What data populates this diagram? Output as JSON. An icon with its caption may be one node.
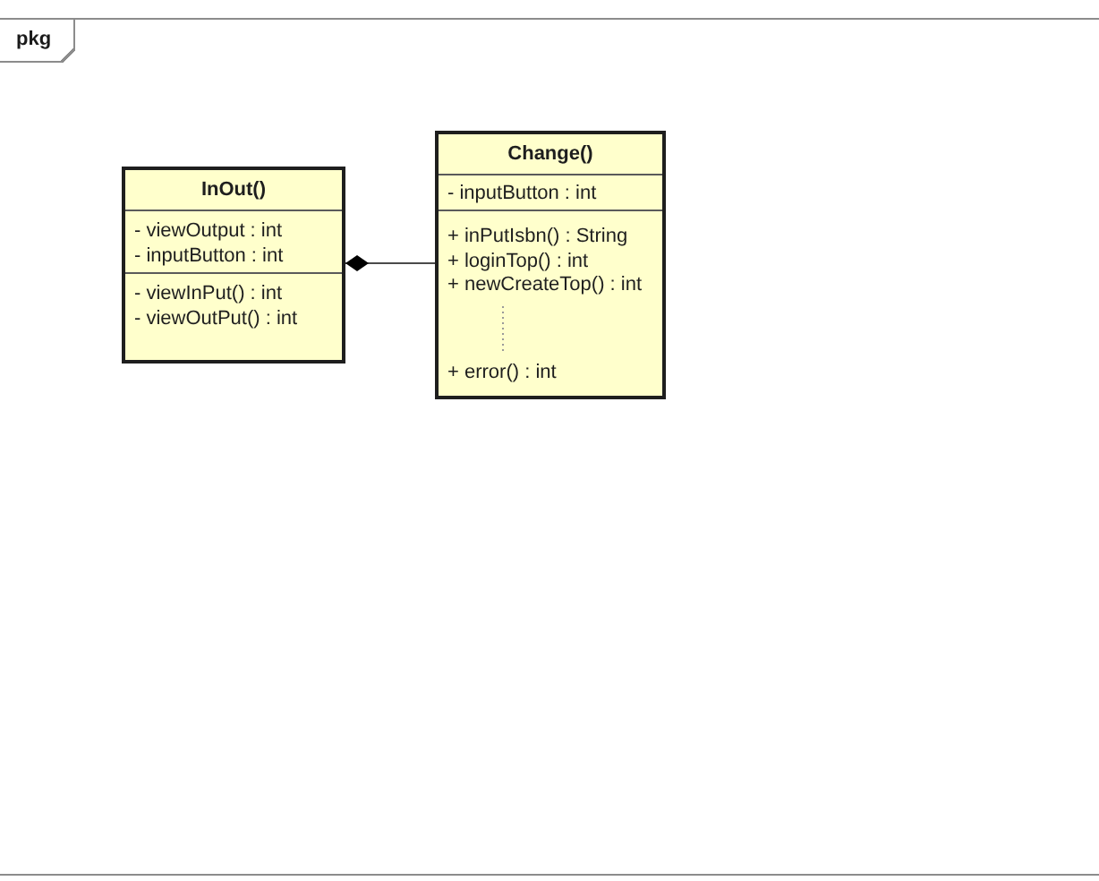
{
  "diagram": {
    "nodes": [
      {
        "text": [
          "pkg"
        ]
      },
      {
        "text": [
          "InOut()",
          "- viewOutput : int",
          "- inputButton : int",
          "- viewInPut() : int",
          "- viewOutPut() : int"
        ],
        "in": 0
      },
      {
        "text": [
          "Change()",
          "- inputButton : int",
          "+ inPutIsbn() : String",
          "+ loginTop() : int",
          "+ newCreateTop() : int",
          "+ error() : int"
        ],
        "in": 0
      }
    ],
    "edges": [
      {
        "from": 1,
        "to": 2,
        "arrow": "other"
      }
    ]
  }
}
